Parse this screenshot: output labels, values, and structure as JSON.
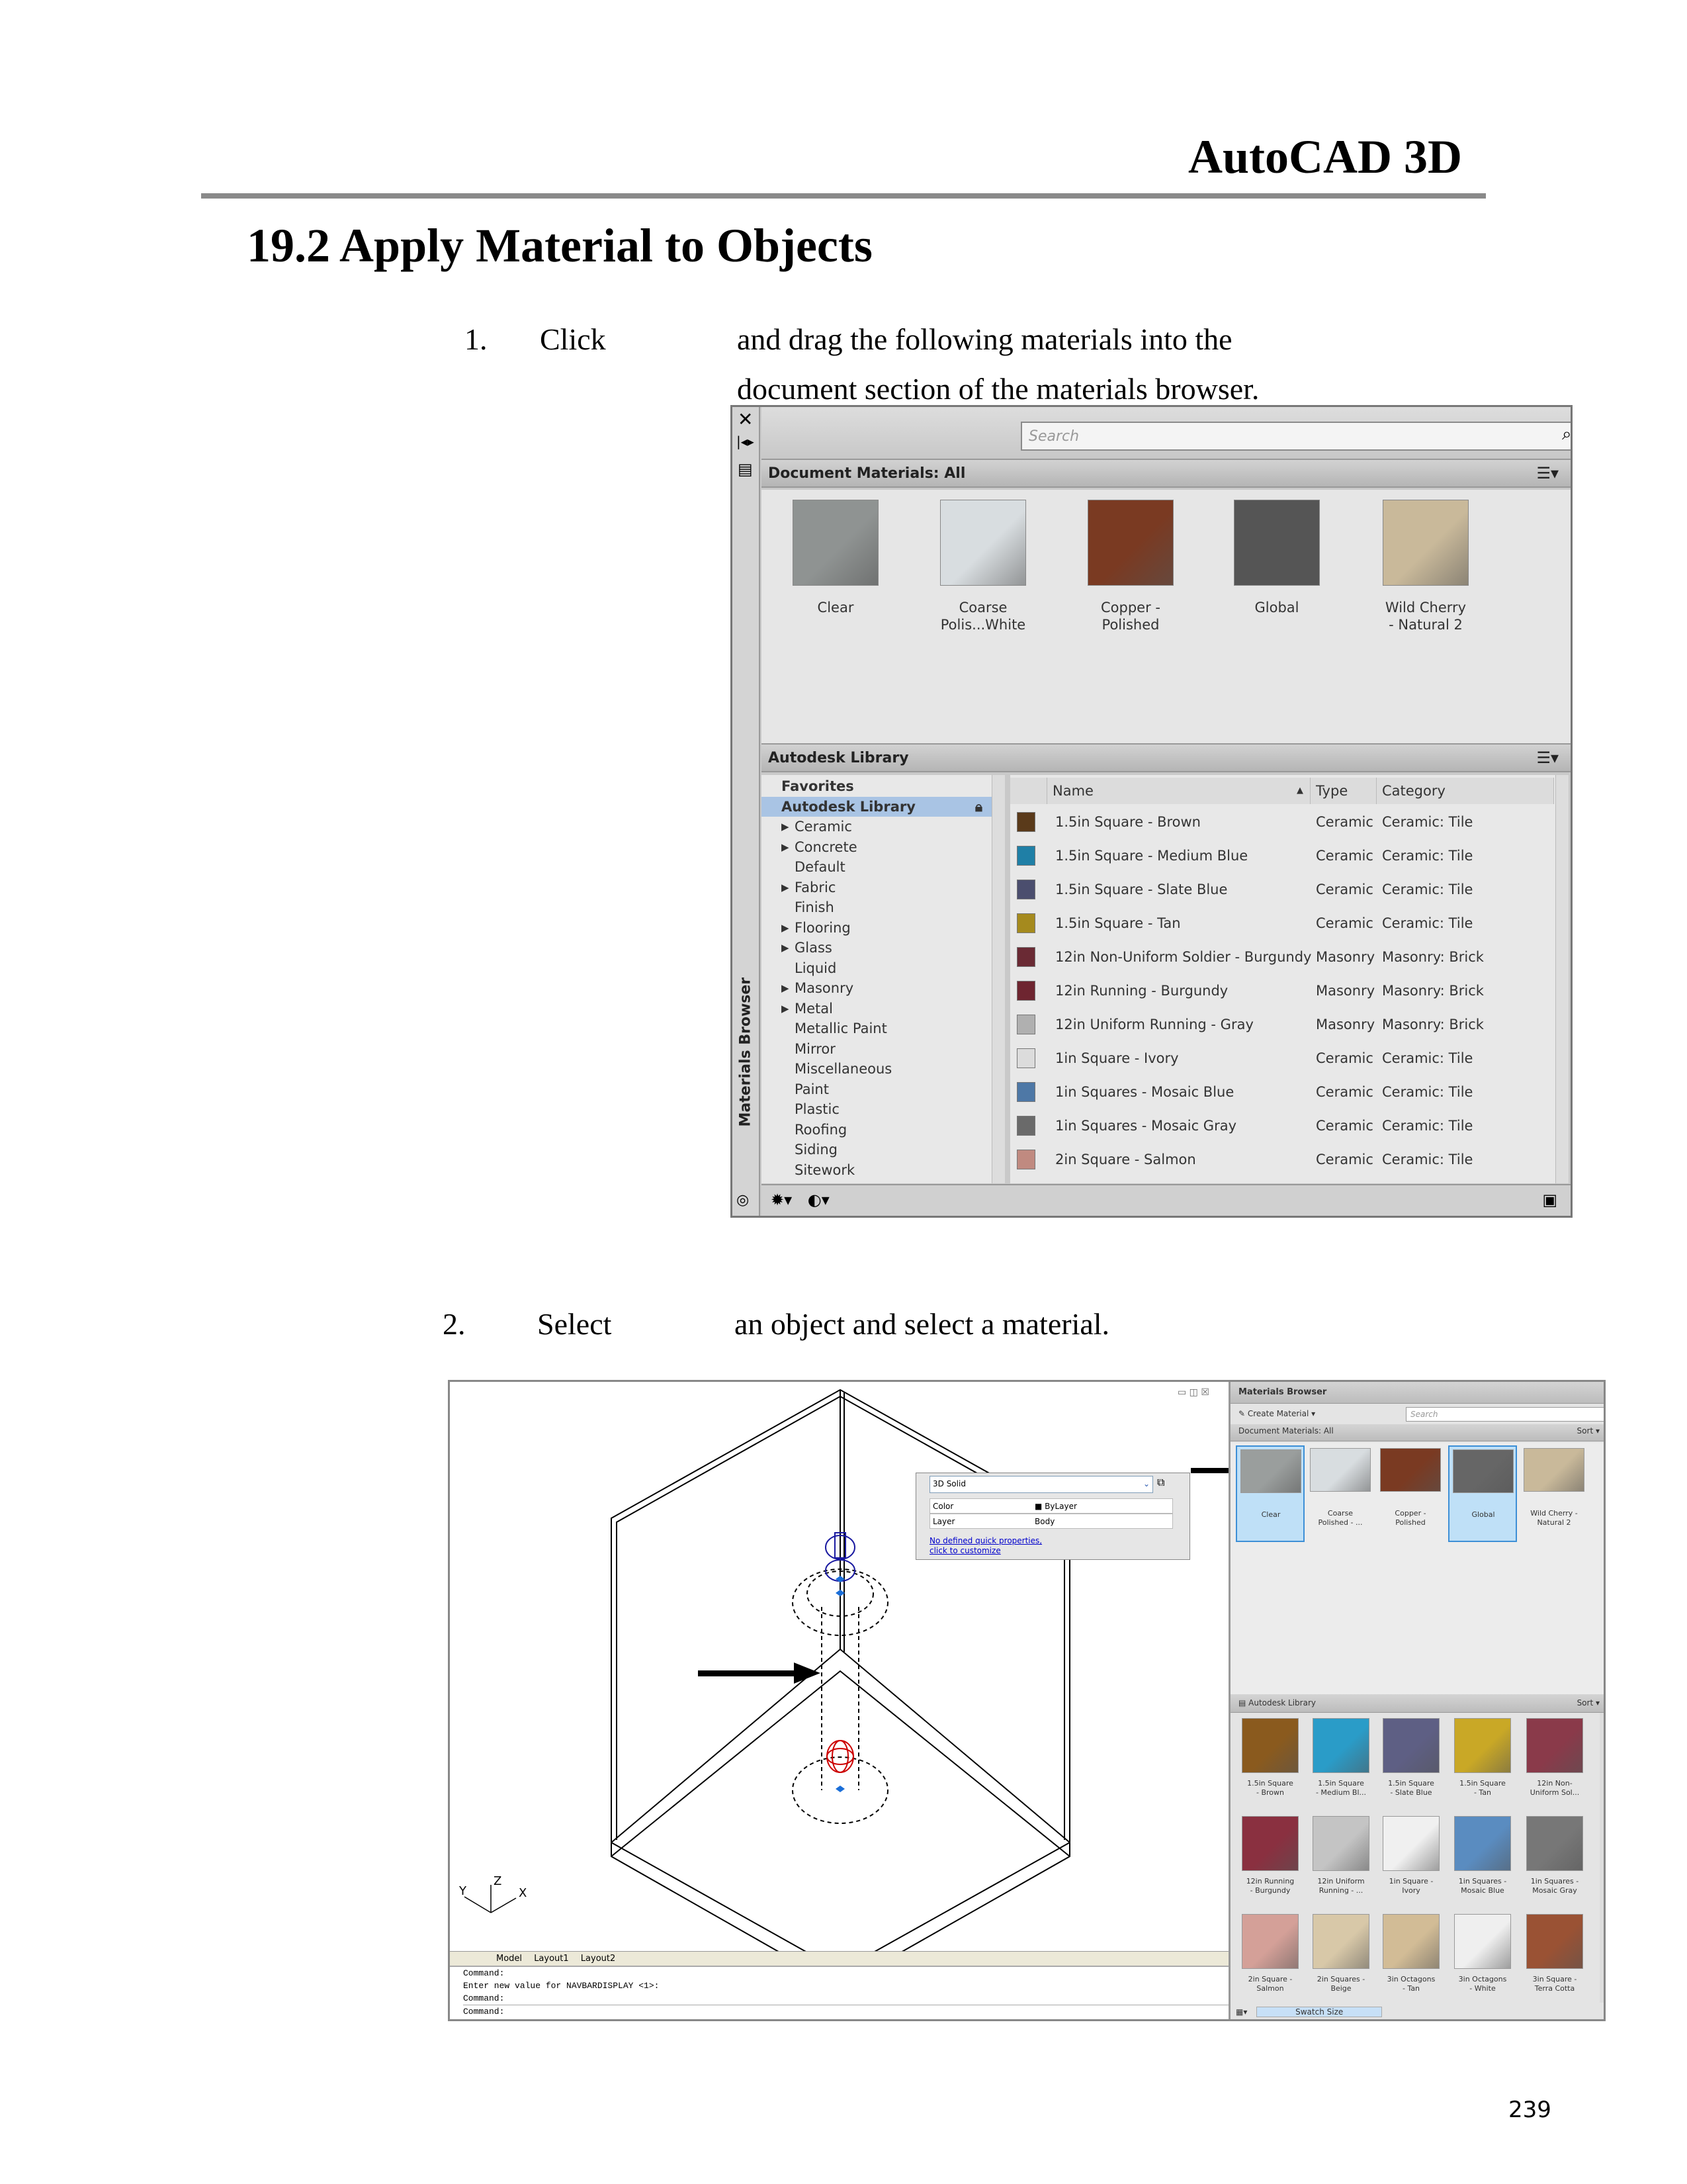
{
  "header": {
    "book_title": "AutoCAD 3D",
    "section_title": "19.2 Apply Material to Objects",
    "page_number": "239"
  },
  "steps": [
    {
      "num": "1.",
      "action": "Click",
      "text_line1": "and drag the following materials into the",
      "text_line2": "document section of the materials browser."
    },
    {
      "num": "2.",
      "action": "Select",
      "text": "an object and select a material."
    }
  ],
  "browser1": {
    "side_title": "Materials Browser",
    "search_placeholder": "Search",
    "doc_header": "Document Materials: All",
    "doc_materials": [
      {
        "label1": "Clear",
        "label2": "",
        "color": "#8f9392"
      },
      {
        "label1": "Coarse",
        "label2": "Polis...White",
        "color": "#d8dde0"
      },
      {
        "label1": "Copper -",
        "label2": "Polished",
        "color": "#7a3a22"
      },
      {
        "label1": "Global",
        "label2": "",
        "color": "#555555"
      },
      {
        "label1": "Wild Cherry",
        "label2": "- Natural 2",
        "color": "#c9b99a"
      }
    ],
    "lib_header": "Autodesk Library",
    "tree": [
      {
        "label": "Favorites",
        "bold": true,
        "arrow": false
      },
      {
        "label": "Autodesk Library",
        "bold": true,
        "arrow": false,
        "selected": true
      },
      {
        "label": "Ceramic",
        "arrow": true
      },
      {
        "label": "Concrete",
        "arrow": true
      },
      {
        "label": "Default",
        "arrow": false
      },
      {
        "label": "Fabric",
        "arrow": true
      },
      {
        "label": "Finish",
        "arrow": false
      },
      {
        "label": "Flooring",
        "arrow": true
      },
      {
        "label": "Glass",
        "arrow": true
      },
      {
        "label": "Liquid",
        "arrow": false
      },
      {
        "label": "Masonry",
        "arrow": true
      },
      {
        "label": "Metal",
        "arrow": true
      },
      {
        "label": "Metallic Paint",
        "arrow": false
      },
      {
        "label": "Mirror",
        "arrow": false
      },
      {
        "label": "Miscellaneous",
        "arrow": false
      },
      {
        "label": "Paint",
        "arrow": false
      },
      {
        "label": "Plastic",
        "arrow": false
      },
      {
        "label": "Roofing",
        "arrow": false
      },
      {
        "label": "Siding",
        "arrow": false
      },
      {
        "label": "Sitework",
        "arrow": false
      }
    ],
    "columns": {
      "name": "Name",
      "type": "Type",
      "category": "Category"
    },
    "rows": [
      {
        "name": "1.5in Square - Brown",
        "type": "Ceramic",
        "category": "Ceramic: Tile",
        "color": "#5a3a1a"
      },
      {
        "name": "1.5in Square - Medium Blue",
        "type": "Ceramic",
        "category": "Ceramic: Tile",
        "color": "#1f7fa6"
      },
      {
        "name": "1.5in Square - Slate Blue",
        "type": "Ceramic",
        "category": "Ceramic: Tile",
        "color": "#4b4e6e"
      },
      {
        "name": "1.5in Square - Tan",
        "type": "Ceramic",
        "category": "Ceramic: Tile",
        "color": "#a58a1e"
      },
      {
        "name": "12in Non-Uniform Soldier - Burgundy",
        "type": "Masonry",
        "category": "Masonry: Brick",
        "color": "#6a2a34"
      },
      {
        "name": "12in Running - Burgundy",
        "type": "Masonry",
        "category": "Masonry: Brick",
        "color": "#6e2530"
      },
      {
        "name": "12in Uniform Running - Gray",
        "type": "Masonry",
        "category": "Masonry: Brick",
        "color": "#b0b0b0"
      },
      {
        "name": "1in Square - Ivory",
        "type": "Ceramic",
        "category": "Ceramic: Tile",
        "color": "#dcdcdc"
      },
      {
        "name": "1in Squares - Mosaic Blue",
        "type": "Ceramic",
        "category": "Ceramic: Tile",
        "color": "#4e78a6"
      },
      {
        "name": "1in Squares - Mosaic Gray",
        "type": "Ceramic",
        "category": "Ceramic: Tile",
        "color": "#6a6a6a"
      },
      {
        "name": "2in Square - Salmon",
        "type": "Ceramic",
        "category": "Ceramic: Tile",
        "color": "#c08a80"
      }
    ]
  },
  "cad": {
    "popup": {
      "object_type": "3D Solid",
      "color_label": "Color",
      "color_value": "ByLayer",
      "layer_label": "Layer",
      "layer_value": "Body",
      "link1": "No defined quick properties,",
      "link2": "click to customize"
    },
    "ucs": {
      "x": "X",
      "y": "Y",
      "z": "Z"
    },
    "tabs": [
      "Model",
      "Layout1",
      "Layout2"
    ],
    "command_lines": [
      "Command:",
      "Enter new value for NAVBARDISPLAY <1>:",
      "Command:",
      "Command:"
    ]
  },
  "browser2": {
    "title": "Materials Browser",
    "create_material": "Create Material",
    "search_placeholder": "Search",
    "doc_header": "Document Materials: All",
    "sort": "Sort",
    "doc_materials": [
      {
        "label1": "Clear",
        "label2": "",
        "color": "#9a9e9d",
        "selected": true
      },
      {
        "label1": "Coarse",
        "label2": "Polished - ...",
        "color": "#d8dde0"
      },
      {
        "label1": "Copper -",
        "label2": "Polished",
        "color": "#7a3a22"
      },
      {
        "label1": "Global",
        "label2": "",
        "color": "#666666",
        "selected": true
      },
      {
        "label1": "Wild Cherry -",
        "label2": "Natural 2",
        "color": "#c9b99a"
      }
    ],
    "lib_header": "Autodesk Library",
    "library": [
      {
        "label1": "1.5in Square",
        "label2": "- Brown",
        "color": "#8a5a1e"
      },
      {
        "label1": "1.5in Square",
        "label2": "- Medium Bl...",
        "color": "#2a9cc8"
      },
      {
        "label1": "1.5in Square",
        "label2": "- Slate Blue",
        "color": "#5e5f84"
      },
      {
        "label1": "1.5in Square",
        "label2": "- Tan",
        "color": "#c9a826"
      },
      {
        "label1": "12in Non-",
        "label2": "Uniform Sol...",
        "color": "#8a3a4a"
      },
      {
        "label1": "12in Running",
        "label2": "- Burgundy",
        "color": "#8a3040"
      },
      {
        "label1": "12in Uniform",
        "label2": "Running - ...",
        "color": "#c4c4c4"
      },
      {
        "label1": "1in Square -",
        "label2": "Ivory",
        "color": "#f0f0f0"
      },
      {
        "label1": "1in Squares -",
        "label2": "Mosaic Blue",
        "color": "#5a8cc0"
      },
      {
        "label1": "1in Squares -",
        "label2": "Mosaic Gray",
        "color": "#777777"
      },
      {
        "label1": "2in Square -",
        "label2": "Salmon",
        "color": "#d4a098"
      },
      {
        "label1": "2in Squares -",
        "label2": "Beige",
        "color": "#d8c8a8"
      },
      {
        "label1": "3in Octagons",
        "label2": "- Tan",
        "color": "#d2bc96"
      },
      {
        "label1": "3in Octagons",
        "label2": "- White",
        "color": "#efefef"
      },
      {
        "label1": "3in Square -",
        "label2": "Terra Cotta",
        "color": "#9a5234"
      }
    ],
    "swatch_size": "Swatch Size"
  }
}
